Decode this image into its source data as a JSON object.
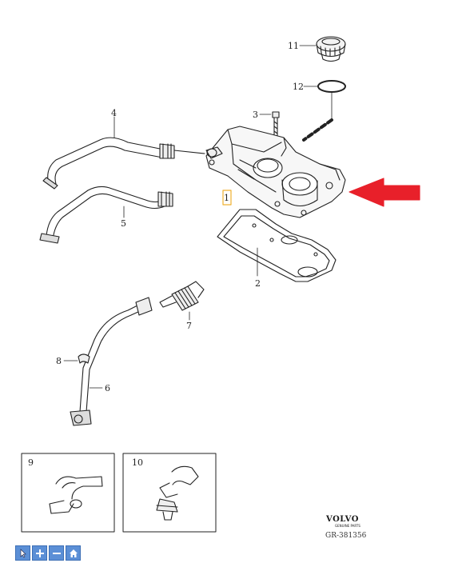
{
  "callouts": {
    "c1": "1",
    "c2": "2",
    "c3": "3",
    "c4": "4",
    "c5": "5",
    "c6": "6",
    "c7": "7",
    "c8": "8",
    "c9": "9",
    "c10": "10",
    "c11": "11",
    "c12": "12"
  },
  "brand": {
    "name": "VOLVO",
    "subtitle": "GENUINE PARTS",
    "reference": "GR-381356"
  },
  "arrow_color": "#e8202a",
  "highlight_color": "#f0b030",
  "toolbar": [
    {
      "icon": "cursor-icon"
    },
    {
      "icon": "zoom-in-icon"
    },
    {
      "icon": "zoom-out-icon"
    },
    {
      "icon": "home-icon"
    }
  ]
}
